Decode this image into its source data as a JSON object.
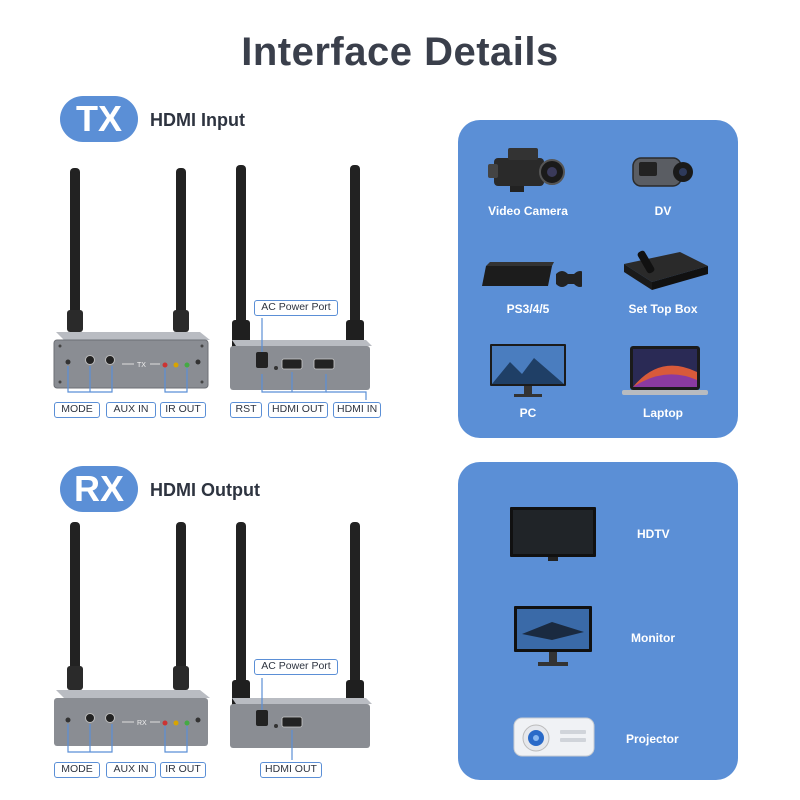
{
  "page": {
    "title": "Interface Details"
  },
  "tx": {
    "badge": "TX",
    "subtitle": "HDMI Input",
    "front_panel_label": "TX",
    "front_tags": [
      "MODE",
      "AUX IN",
      "IR OUT"
    ],
    "back_tags": [
      "RST",
      "HDMI OUT",
      "HDMI IN"
    ],
    "power_tag": "AC Power Port"
  },
  "rx": {
    "badge": "RX",
    "subtitle": "HDMI Output",
    "front_panel_label": "RX",
    "front_tags": [
      "MODE",
      "AUX IN",
      "IR OUT"
    ],
    "back_tags": [
      "HDMI OUT"
    ],
    "power_tag": "AC Power Port"
  },
  "input_devices": [
    {
      "label": "Video Camera",
      "icon": "video-camera-icon"
    },
    {
      "label": "DV",
      "icon": "camcorder-icon"
    },
    {
      "label": "PS3/4/5",
      "icon": "game-console-icon"
    },
    {
      "label": "Set Top Box",
      "icon": "set-top-box-icon"
    },
    {
      "label": "PC",
      "icon": "pc-monitor-icon"
    },
    {
      "label": "Laptop",
      "icon": "laptop-icon"
    }
  ],
  "output_devices": [
    {
      "label": "HDTV",
      "icon": "tv-icon"
    },
    {
      "label": "Monitor",
      "icon": "monitor-icon"
    },
    {
      "label": "Projector",
      "icon": "projector-icon"
    }
  ],
  "colors": {
    "accent": "#5b8fd6",
    "device_body": "#8a8d93",
    "antenna": "#222222"
  }
}
